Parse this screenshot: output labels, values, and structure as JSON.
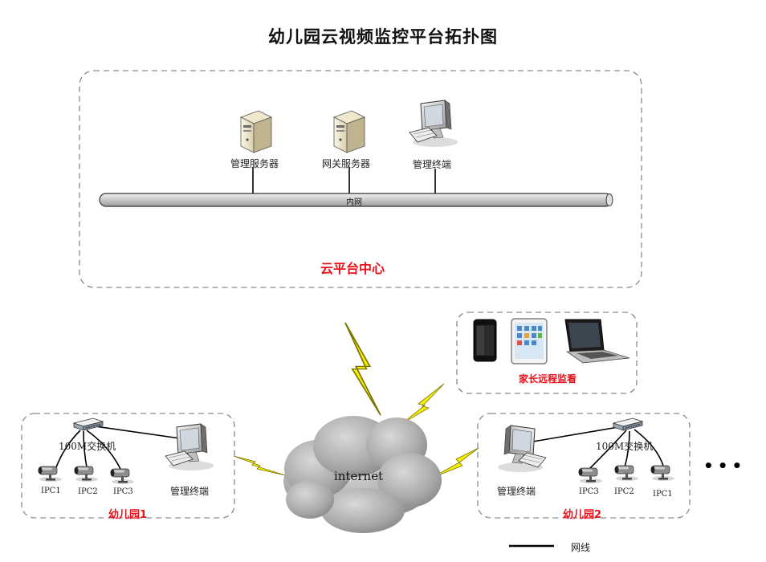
{
  "title": "幼儿园云视频监控平台拓扑图",
  "cloud_center": {
    "label": "云平台中心",
    "network": "内网",
    "devices": [
      {
        "label": "管理服务器",
        "icon": "server-icon"
      },
      {
        "label": "网关服务器",
        "icon": "server-icon"
      },
      {
        "label": "管理终端",
        "icon": "computer-icon"
      }
    ]
  },
  "parents": {
    "label": "家长远程监看",
    "devices": [
      "phone-icon",
      "tablet-icon",
      "laptop-icon"
    ]
  },
  "internet": "internet",
  "kindergarten1": {
    "label": "幼儿园1",
    "switch": "100M交换机",
    "terminal": "管理终端",
    "cameras": [
      "IPC1",
      "IPC2",
      "IPC3"
    ]
  },
  "kindergarten2": {
    "label": "幼儿园2",
    "switch": "100M交换机",
    "terminal": "管理终端",
    "cameras": [
      "IPC3",
      "IPC2",
      "IPC1"
    ]
  },
  "more": "• • •",
  "legend": {
    "label": "网线"
  },
  "colors": {
    "accent": "#e8101a",
    "lightning": "#f5ee00",
    "pipe": "#cfcfcf",
    "cloud": "#9a9a9a"
  }
}
